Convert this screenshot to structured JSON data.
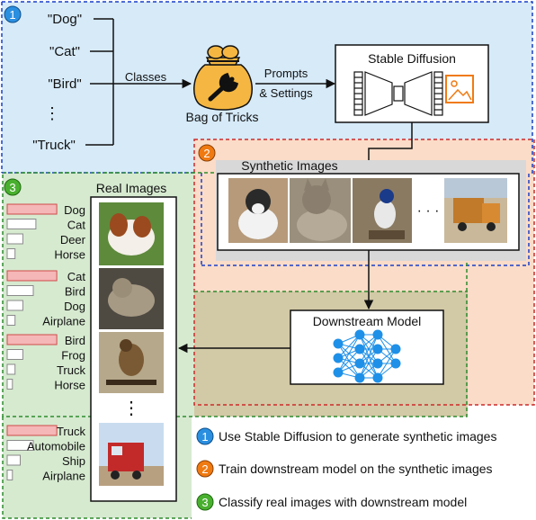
{
  "colors": {
    "panel1_fill": "#d6eaf8",
    "panel1_border": "#1a3fc7",
    "panel2_fill": "#fbdcc8",
    "panel2_border": "#cc2a2a",
    "panel3_fill": "#d6ead0",
    "panel3_border": "#2e8b2e",
    "overlap_fill": "#d2c9a6",
    "badge1": "#2b8fe0",
    "badge2": "#f07a12",
    "badge3": "#49b02f",
    "net_node": "#1e90e8",
    "bar_top_fill": "#f5b7b7",
    "bar_top_stroke": "#d04a4a"
  },
  "step1": {
    "badge": "1",
    "classes": [
      "\"Dog\"",
      "\"Cat\"",
      "\"Bird\"",
      "\"Truck\""
    ],
    "ellipsis": "⋮",
    "classes_label": "Classes",
    "bag_label": "Bag of Tricks",
    "prompts_label_1": "Prompts",
    "prompts_label_2": "& Settings",
    "sd_title": "Stable Diffusion"
  },
  "step2": {
    "badge": "2",
    "synthetic_title": "Synthetic Images",
    "ellipsis": "· · ·",
    "thumbnails": [
      "dog",
      "cat",
      "bird",
      "truck"
    ]
  },
  "step3": {
    "badge": "3",
    "real_title": "Real Images",
    "downstream_title": "Downstream Model",
    "ellipsis": "⋮",
    "groups": [
      {
        "image": "dog",
        "labels": [
          "Dog",
          "Cat",
          "Deer",
          "Horse"
        ],
        "scores": [
          0.95,
          0.55,
          0.3,
          0.15
        ]
      },
      {
        "image": "cat",
        "labels": [
          "Cat",
          "Bird",
          "Dog",
          "Airplane"
        ],
        "scores": [
          0.95,
          0.5,
          0.3,
          0.15
        ]
      },
      {
        "image": "bird",
        "labels": [
          "Bird",
          "Frog",
          "Truck",
          "Horse"
        ],
        "scores": [
          0.95,
          0.3,
          0.15,
          0.1
        ]
      },
      {
        "image": "truck",
        "labels": [
          "Truck",
          "Automobile",
          "Ship",
          "Airplane"
        ],
        "scores": [
          0.95,
          0.5,
          0.25,
          0.1
        ]
      }
    ]
  },
  "legend": [
    {
      "badge": "1",
      "text": "Use Stable Diffusion to generate synthetic images"
    },
    {
      "badge": "2",
      "text": "Train downstream model on the synthetic images"
    },
    {
      "badge": "3",
      "text": "Classify real images with downstream model"
    }
  ]
}
